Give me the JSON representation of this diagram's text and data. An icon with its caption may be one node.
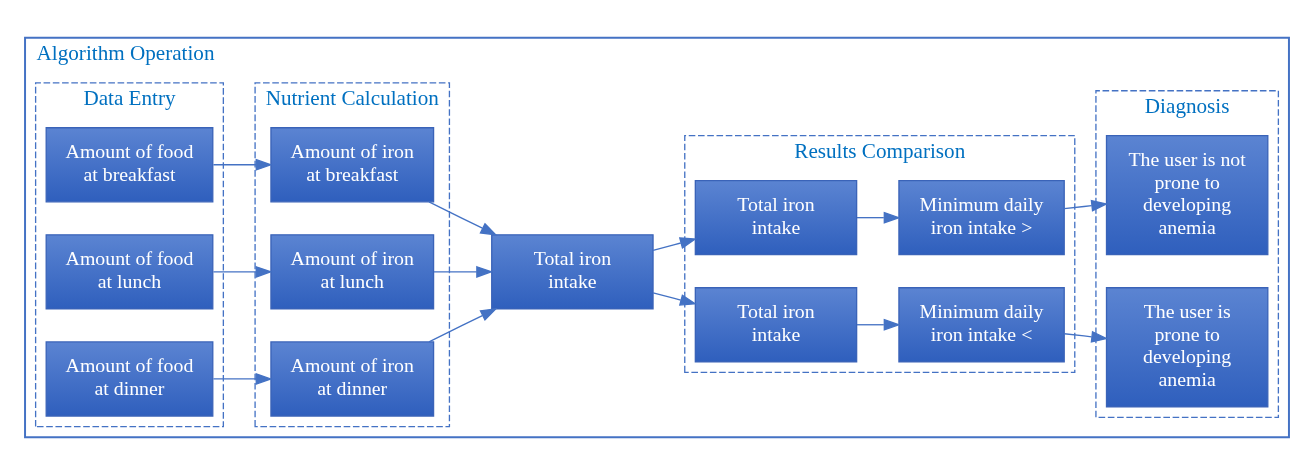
{
  "diagram": {
    "nodes": [
      {
        "text": [
          "Algorithm Operation"
        ]
      },
      {
        "text": [
          "Data Entry"
        ],
        "in": 0
      },
      {
        "text": [
          "Nutrient Calculation"
        ],
        "in": 0
      },
      {
        "text": [
          "Results Comparison"
        ],
        "in": 0
      },
      {
        "text": [
          "Diagnosis"
        ],
        "in": 0
      },
      {
        "text": [
          "Amount of food at breakfast"
        ],
        "in": 1
      },
      {
        "text": [
          "Amount of food at lunch"
        ],
        "in": 1
      },
      {
        "text": [
          "Amount of food at dinner"
        ],
        "in": 1
      },
      {
        "text": [
          "Amount of iron at breakfast"
        ],
        "in": 2
      },
      {
        "text": [
          "Amount of iron at lunch"
        ],
        "in": 2
      },
      {
        "text": [
          "Amount of iron at dinner"
        ],
        "in": 2
      },
      {
        "text": [
          "Total iron intake"
        ],
        "in": 0
      },
      {
        "text": [
          "Total iron intake"
        ],
        "in": 3
      },
      {
        "text": [
          "Minimum daily iron intake >"
        ],
        "in": 3
      },
      {
        "text": [
          "Total iron intake"
        ],
        "in": 3
      },
      {
        "text": [
          "Minimum daily iron intake <"
        ],
        "in": 3
      },
      {
        "text": [
          "The user is not prone to developing anemia"
        ],
        "in": 4
      },
      {
        "text": [
          "The user is prone to developing anemia"
        ],
        "in": 4
      }
    ],
    "edges": [
      {
        "from": 5,
        "to": 8,
        "arrow": "to"
      },
      {
        "from": 6,
        "to": 9,
        "arrow": "to"
      },
      {
        "from": 7,
        "to": 10,
        "arrow": "to"
      },
      {
        "from": 8,
        "to": 11,
        "arrow": "to"
      },
      {
        "from": 9,
        "to": 11,
        "arrow": "to"
      },
      {
        "from": 10,
        "to": 11,
        "arrow": "to"
      },
      {
        "from": 11,
        "to": 12,
        "arrow": "to"
      },
      {
        "from": 11,
        "to": 14,
        "arrow": "to"
      },
      {
        "from": 12,
        "to": 13,
        "arrow": "to"
      },
      {
        "from": 14,
        "to": 15,
        "arrow": "to"
      },
      {
        "from": 13,
        "to": 16,
        "arrow": "to"
      },
      {
        "from": 15,
        "to": 17,
        "arrow": "to"
      }
    ]
  }
}
